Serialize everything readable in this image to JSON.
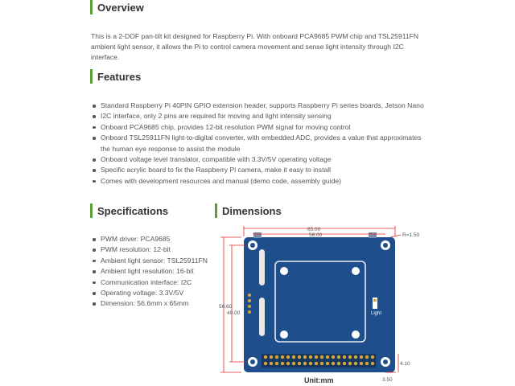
{
  "overview": {
    "heading": "Overview",
    "text": "This is a 2-DOF pan-tilt kit designed for Raspberry Pi. With onboard PCA9685 PWM chip and TSL25911FN ambient light sensor, it allows the Pi to control camera movement and sense light intensity through I2C interface."
  },
  "features": {
    "heading": "Features",
    "items": [
      "Standard Raspberry Pi 40PIN GPIO extension header, supports Raspberry Pi series boards, Jetson Nano",
      "I2C interface, only 2 pins are required for moving and light intensity sensing",
      "Onboard PCA9685 chip, provides 12-bit resolution PWM signal for moving control",
      "Onboard TSL25911FN light-to-digital converter, with embedded ADC, provides a value that approximates the human eye response to assist the module",
      "Onboard voltage level translator, compatible with 3.3V/5V operating voltage",
      "Specific acrylic board to fix the Raspberry Pi camera, make it easy to install",
      "Comes with development resources and manual (demo code, assembly guide)"
    ]
  },
  "specifications": {
    "heading": "Specifications",
    "items": [
      "PWM driver: PCA9685",
      "PWM resolution: 12-bit",
      "Ambient light sensor: TSL25911FN",
      "Ambient light resolution: 16-bit",
      "Communication interface: I2C",
      "Operating voltage: 3.3V/5V",
      "Dimension: 56.6mm x 65mm"
    ]
  },
  "dimensions": {
    "heading": "Dimensions",
    "width_total": "65.00",
    "width_holes": "58.00",
    "height_total": "56.60",
    "height_holes": "49.00",
    "radius": "R=1.50",
    "offset_right": "4.10",
    "offset_bottom": "3.50",
    "board_label": "Light",
    "unit": "Unit:mm"
  },
  "colors": {
    "accent": "#5a9e3a",
    "board": "#1f4e8c",
    "dimension_line": "#e32b2b"
  }
}
